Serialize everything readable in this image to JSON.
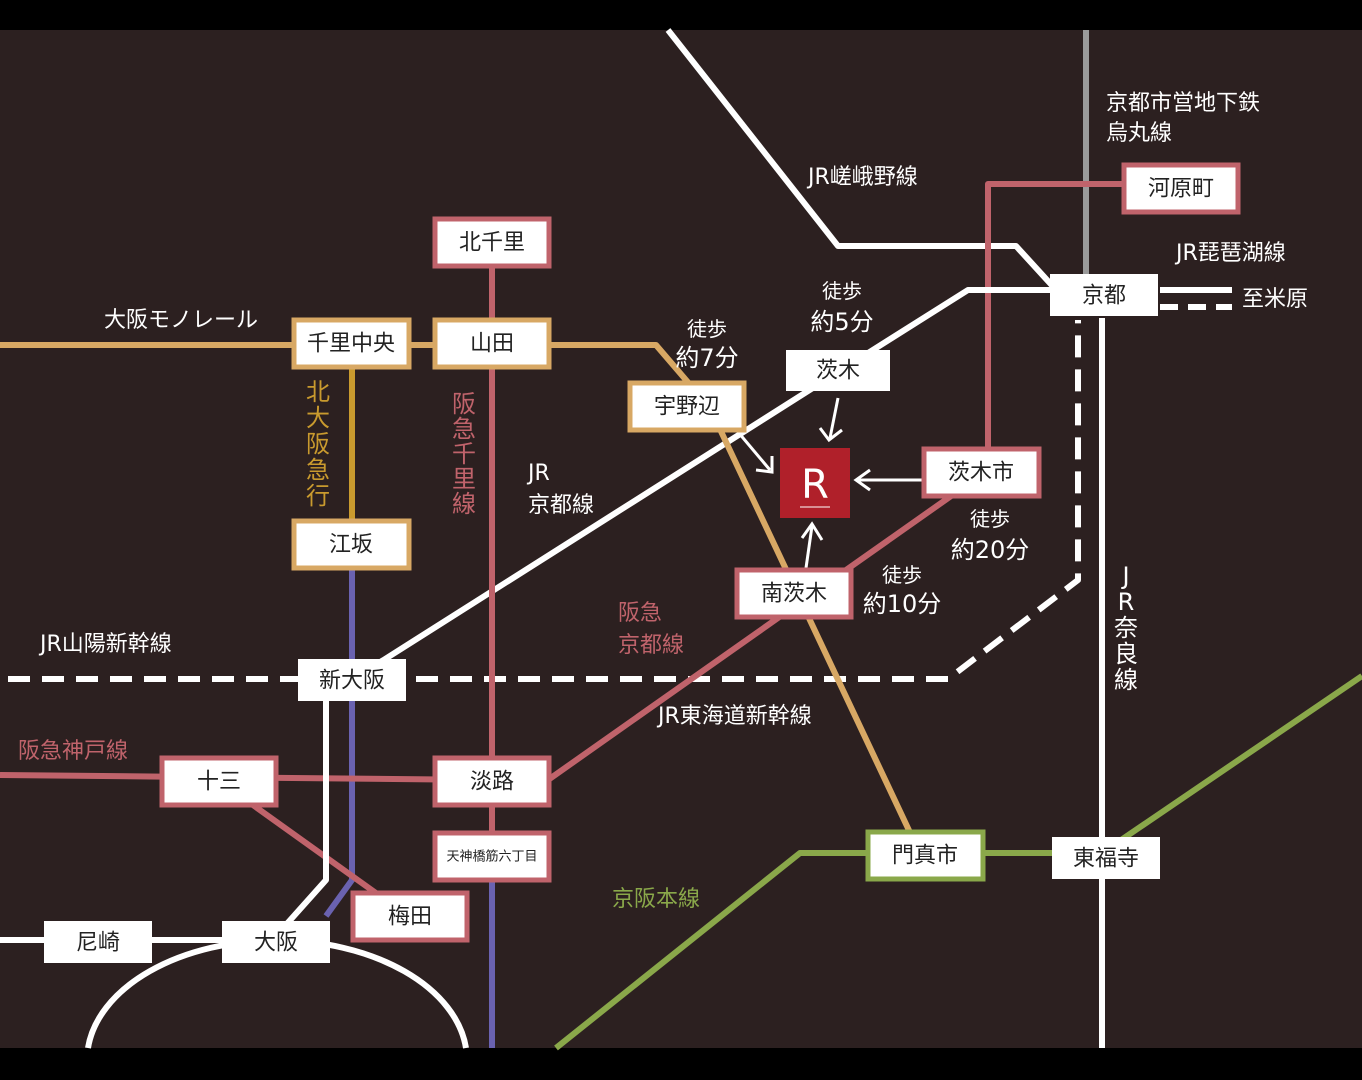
{
  "colors": {
    "background": "#2c2020",
    "jr": "#ffffff",
    "hankyu": "#c0636b",
    "monorail": "#d8a864",
    "kitakyu": "#c99a2e",
    "subway": "#6a62b0",
    "keihan": "#8aa84a",
    "karasuma": "#9a9a9a",
    "marker": "#b0202a"
  },
  "stations": {
    "kitasenri": "北千里",
    "senrichuo": "千里中央",
    "yamada": "山田",
    "unobe": "宇野辺",
    "ibaraki": "茨木",
    "kawaramachi": "河原町",
    "kyoto": "京都",
    "ibarakishi": "茨木市",
    "esaka": "江坂",
    "minamiibaraki": "南茨木",
    "shinosaka": "新大阪",
    "juso": "十三",
    "awaji": "淡路",
    "tenjinbashi": "天神橋筋六丁目",
    "umeda": "梅田",
    "amagasaki": "尼崎",
    "osaka": "大阪",
    "kadomashi": "門真市",
    "higashifukuji": "東福寺"
  },
  "lines": {
    "karasuma": [
      "京都市営地下鉄",
      "烏丸線"
    ],
    "sagano": "JR嵯峨野線",
    "biwako": "JR琵琶湖線",
    "maibara": "至米原",
    "monorail": "大阪モノレール",
    "kitakyu": "北大阪急行",
    "senri": "阪急千里線",
    "jrkyoto": [
      "JR",
      "京都線"
    ],
    "sanyo": "JR山陽新幹線",
    "hankyukyoto": [
      "阪急",
      "京都線"
    ],
    "tokaido": "JR東海道新幹線",
    "kobe": "阪急神戸線",
    "keihan": "京阪本線",
    "nara": "JR奈良線"
  },
  "walks": {
    "unobe": [
      "徒歩",
      "約7分"
    ],
    "ibaraki": [
      "徒歩",
      "約5分"
    ],
    "ibarakishi": [
      "徒歩",
      "約20分"
    ],
    "minamiibaraki": [
      "徒歩",
      "約10分"
    ]
  },
  "marker": {
    "letter": "R"
  }
}
